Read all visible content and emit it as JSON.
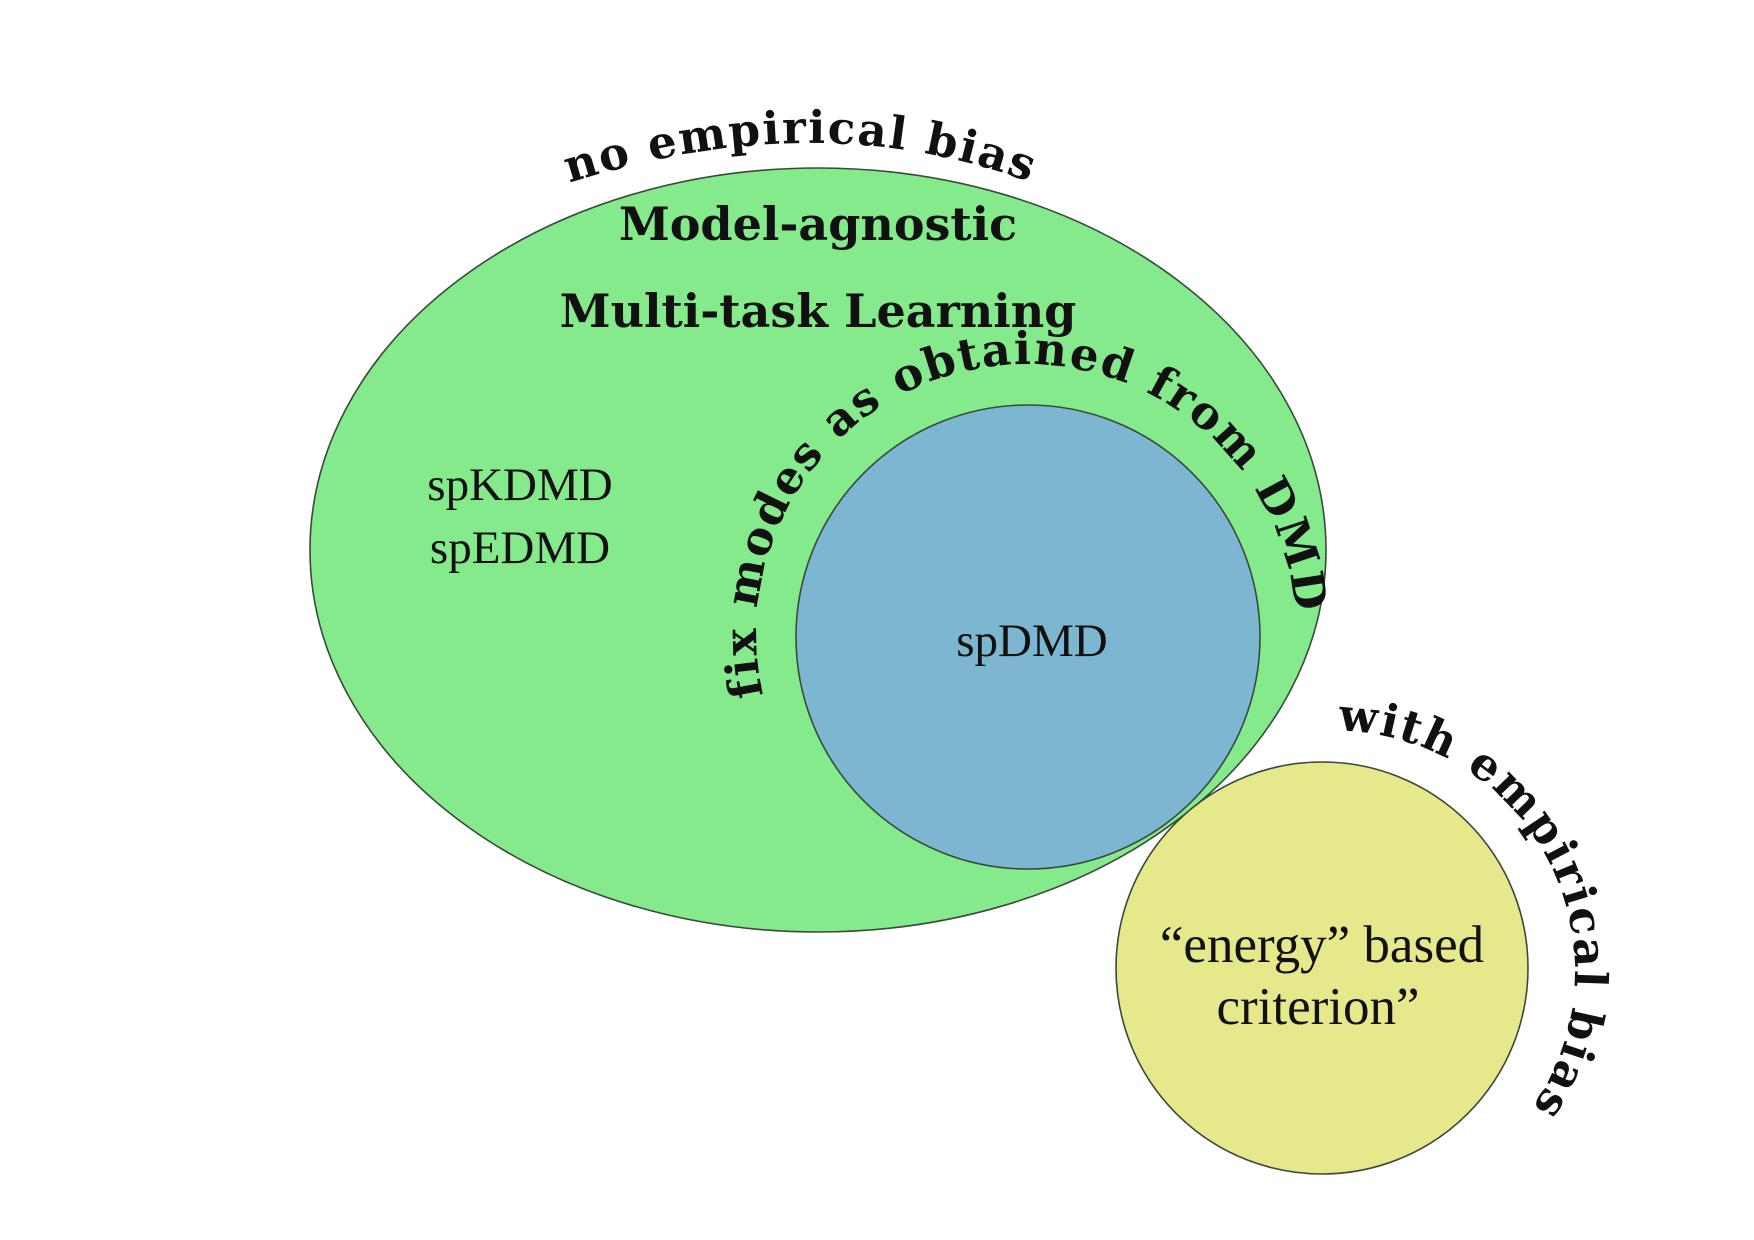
{
  "colors": {
    "outer_ellipse_fill": "#85ea8b",
    "inner_circle_fill": "#7db6d1",
    "energy_circle_fill": "#e6e88c",
    "stroke": "#3a4a3a",
    "text": "#111111"
  },
  "outer_region": {
    "arc_label": "no empirical bias",
    "title_line1": "Model-agnostic",
    "title_line2": "Multi-task Learning",
    "methods": [
      "spKDMD",
      "spEDMD"
    ]
  },
  "inner_region": {
    "arc_label": "fix modes as obtained from DMD",
    "method": "spDMD"
  },
  "energy_region": {
    "arc_label": "with empirical bias",
    "line1": "“energy” based",
    "line2": "criterion”"
  }
}
